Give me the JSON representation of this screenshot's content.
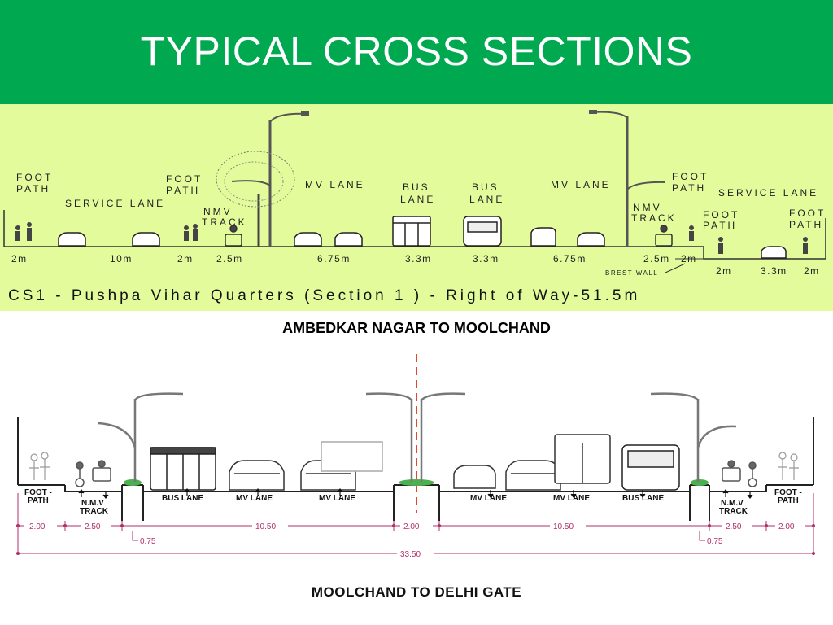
{
  "header": {
    "title": "TYPICAL CROSS SECTIONS"
  },
  "section1": {
    "title": "CS1 - Pushpa Vihar Quarters (Section 1 ) - Right of Way-51.5m",
    "labels": {
      "foot_path_left": [
        "FOOT",
        "PATH"
      ],
      "service_lane_left": "SERVICE LANE",
      "foot_path_mid": [
        "FOOT",
        "PATH"
      ],
      "nmv_track_left": [
        "NMV",
        "TRACK"
      ],
      "mv_lane_left": "MV LANE",
      "bus_lane_left": [
        "BUS",
        "LANE"
      ],
      "bus_lane_right": [
        "BUS",
        "LANE"
      ],
      "mv_lane_right": "MV LANE",
      "nmv_track_right": [
        "NMV",
        "TRACK"
      ],
      "foot_path_right_upper": [
        "FOOT",
        "PATH"
      ],
      "service_lane_right": "SERVICE LANE",
      "foot_path_right_lower": [
        "FOOT",
        "PATH"
      ],
      "foot_path_far_right": [
        "FOOT",
        "PATH"
      ],
      "brest_wall": "BREST WALL"
    },
    "dimensions": [
      "2m",
      "10m",
      "2m",
      "2.5m",
      "6.75m",
      "3.3m",
      "3.3m",
      "6.75m",
      "2.5m",
      "2m",
      "2m",
      "3.3m",
      "2m"
    ]
  },
  "caption1": "AMBEDKAR NAGAR TO MOOLCHAND",
  "section2": {
    "labels": {
      "foot_path_left": [
        "FOOT -",
        "PATH"
      ],
      "nmv_left": [
        "N.M.V",
        "TRACK"
      ],
      "bus_lane_left": "BUS LANE",
      "mv_lane_1": "MV LANE",
      "mv_lane_2": "MV LANE",
      "mv_lane_3": "MV LANE",
      "mv_lane_4": "MV LANE",
      "bus_lane_right": "BUS LANE",
      "nmv_right": [
        "N.M.V",
        "TRACK"
      ],
      "foot_path_right": [
        "FOOT -",
        "PATH"
      ]
    },
    "dimensions": {
      "d_foot_left": "2.00",
      "d_nmv_left": "2.50",
      "d_sep_left": "0.75",
      "d_carriage_left": "10.50",
      "d_median": "2.00",
      "d_carriage_right": "10.50",
      "d_sep_right": "0.75",
      "d_nmv_right": "2.50",
      "d_foot_right": "2.00",
      "d_total": "33.50"
    }
  },
  "caption2": "MOOLCHAND TO DELHI GATE",
  "colors": {
    "header_bg": "#00a94f",
    "panel_bg": "#e4fb9c",
    "dimension": "#b0306a",
    "median_green": "#4caf50"
  }
}
